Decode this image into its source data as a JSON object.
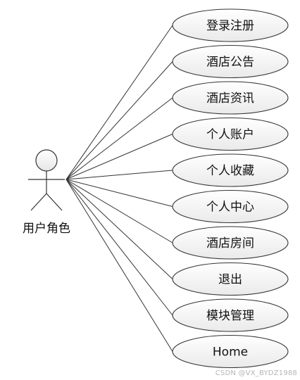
{
  "actor": {
    "label": "用户角色"
  },
  "use_cases": [
    {
      "label": "登录注册"
    },
    {
      "label": "酒店公告"
    },
    {
      "label": "酒店资讯"
    },
    {
      "label": "个人账户"
    },
    {
      "label": "个人收藏"
    },
    {
      "label": "个人中心"
    },
    {
      "label": "酒店房间"
    },
    {
      "label": "退出"
    },
    {
      "label": "模块管理"
    },
    {
      "label": "Home"
    }
  ],
  "watermark": "CSDN @VX_BYDZ1988"
}
